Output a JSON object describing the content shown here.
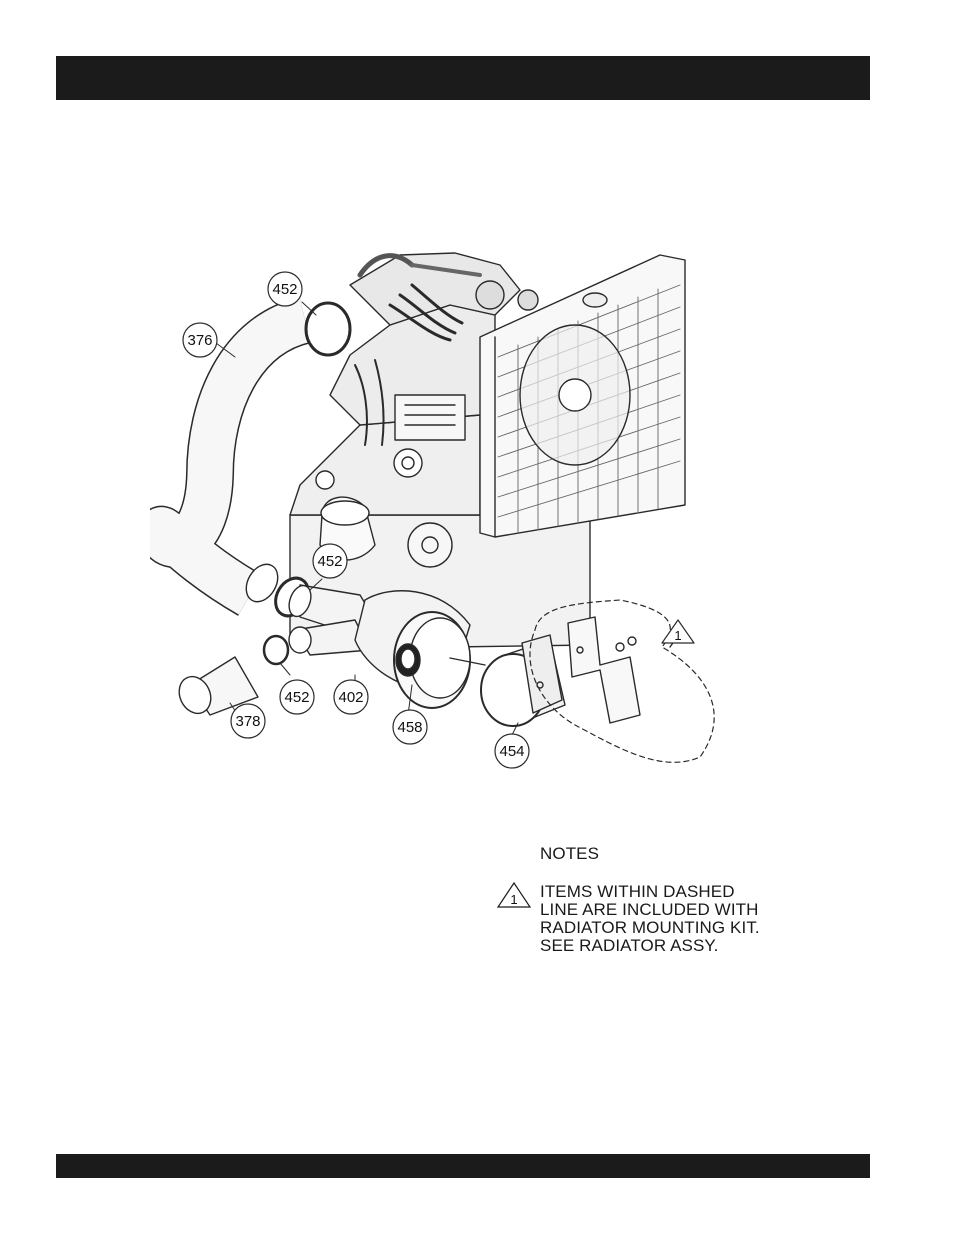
{
  "header": {
    "title": ""
  },
  "footer": {
    "text": ""
  },
  "callouts": {
    "clamp_top": "452",
    "upper_hose": "376",
    "clamp_middle": "452",
    "clamp_lower": "452",
    "air_cleaner": "402",
    "indicator": "458",
    "pipe": "378",
    "cover": "454",
    "note_ref": "1"
  },
  "notes": {
    "title": "NOTES",
    "marker": "1",
    "lines": [
      "ITEMS WITHIN DASHED",
      "LINE ARE INCLUDED WITH",
      "RADIATOR MOUNTING KIT.",
      "SEE RADIATOR ASSY."
    ]
  }
}
